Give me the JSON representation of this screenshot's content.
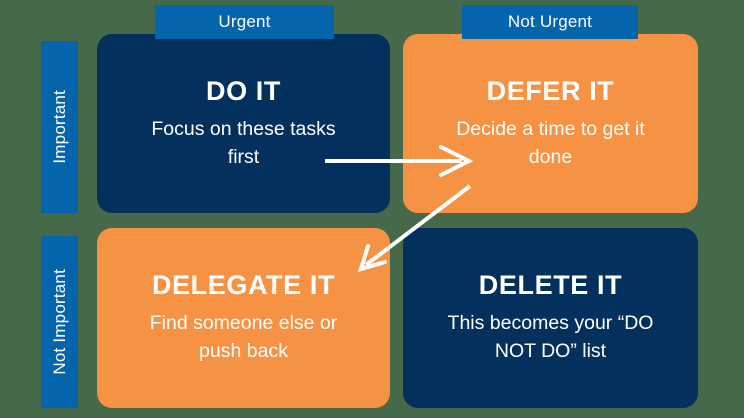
{
  "diagram": {
    "type": "eisenhower-matrix",
    "colors": {
      "background": "#46694a",
      "navy": "#03305c",
      "orange": "#f69244",
      "label_blue": "#0465ad",
      "text": "#ffffff",
      "arrow": "#ffffff"
    }
  },
  "axes": {
    "columns": [
      {
        "id": "urgent",
        "label": "Urgent"
      },
      {
        "id": "not-urgent",
        "label": "Not Urgent"
      }
    ],
    "rows": [
      {
        "id": "important",
        "label": "Important"
      },
      {
        "id": "not-important",
        "label": "Not Important"
      }
    ]
  },
  "quadrants": [
    {
      "id": "do-it",
      "title": "DO IT",
      "description": "Focus on these tasks first",
      "row": "important",
      "column": "urgent",
      "color": "#03305c"
    },
    {
      "id": "defer-it",
      "title": "DEFER IT",
      "description": "Decide a time to get it done",
      "row": "important",
      "column": "not-urgent",
      "color": "#f69244"
    },
    {
      "id": "delegate-it",
      "title": "DELEGATE IT",
      "description": "Find someone else or push back",
      "row": "not-important",
      "column": "urgent",
      "color": "#f69244"
    },
    {
      "id": "delete-it",
      "title": "DELETE IT",
      "description": "This becomes your “DO NOT DO” list",
      "row": "not-important",
      "column": "not-urgent",
      "color": "#03305c"
    }
  ],
  "arrows": [
    {
      "id": "do-it-to-defer-it",
      "from": "do-it",
      "to": "defer-it",
      "direction": "right"
    },
    {
      "id": "defer-it-to-delegate-it",
      "from": "defer-it",
      "to": "delegate-it",
      "direction": "down-left"
    }
  ]
}
